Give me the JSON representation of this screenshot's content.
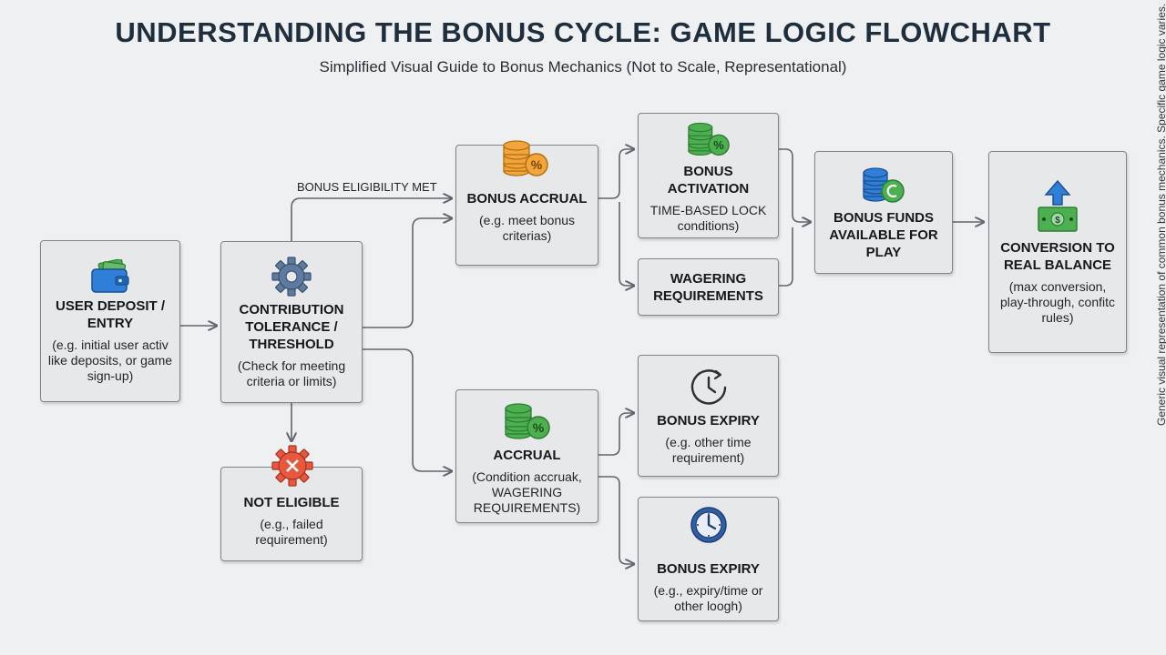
{
  "title": "UNDERSTANDING THE BONUS CYCLE: GAME LOGIC FLOWCHART",
  "subtitle": "Simplified Visual Guide to Bonus Mechanics (Not to Scale, Representational)",
  "side_note": "Generic visual representation of common bonus mechanics. Specific game logic varies.",
  "edge_label": "BONUS ELIGIBILITY MET",
  "nodes": {
    "deposit": {
      "label": "USER DEPOSIT / ENTRY",
      "desc": "(e.g. initial user activ like deposits, or game sign-up)",
      "icon": "wallet-icon"
    },
    "contribution": {
      "label": "CONTRIBUTION TOLERANCE / THRESHOLD",
      "desc": "(Check for meeting criteria or limits)",
      "icon": "gear-icon"
    },
    "not_eligible": {
      "label": "NOT ELIGIBLE",
      "desc": "(e.g., failed requirement)",
      "icon": "error-gear-icon"
    },
    "bonus_accrual": {
      "label": "BONUS ACCRUAL",
      "desc": "(e.g. meet bonus criterias)",
      "icon": "coins-percent-icon"
    },
    "accrual": {
      "label": "ACCRUAL",
      "desc": "(Condition accruak, WAGERING REQUIREMENTS)",
      "icon": "coins-percent-icon"
    },
    "activation": {
      "label": "BONUS ACTIVATION",
      "desc": "TIME-BASED LOCK conditions)",
      "icon": "coins-percent-icon"
    },
    "wagering": {
      "label": "WAGERING REQUIREMENTS",
      "desc": ""
    },
    "funds": {
      "label": "BONUS FUNDS AVAILABLE FOR PLAY",
      "desc": "",
      "icon": "coins-clock-icon"
    },
    "conversion": {
      "label": "CONVERSION TO REAL BALANCE",
      "desc": "(max conversion, play-through, confitc rules)",
      "icon": "cash-up-icon"
    },
    "expiry1": {
      "label": "BONUS EXPIRY",
      "desc": "(e.g. other time requirement)",
      "icon": "timer-icon"
    },
    "expiry2": {
      "label": "BONUS EXPIRY",
      "desc": "(e.g., expiry/time or other loogh)",
      "icon": "clock-icon"
    }
  },
  "colors": {
    "background": "#eef0f2",
    "box_fill": "#e6e8ea",
    "box_border": "#7d8690",
    "connector": "#5f666d",
    "coin_orange": "#f2a53a",
    "coin_green": "#4caf50",
    "coin_blue": "#2f7ed8",
    "error_red": "#e8573f",
    "gear_blue": "#5e7aa0"
  }
}
